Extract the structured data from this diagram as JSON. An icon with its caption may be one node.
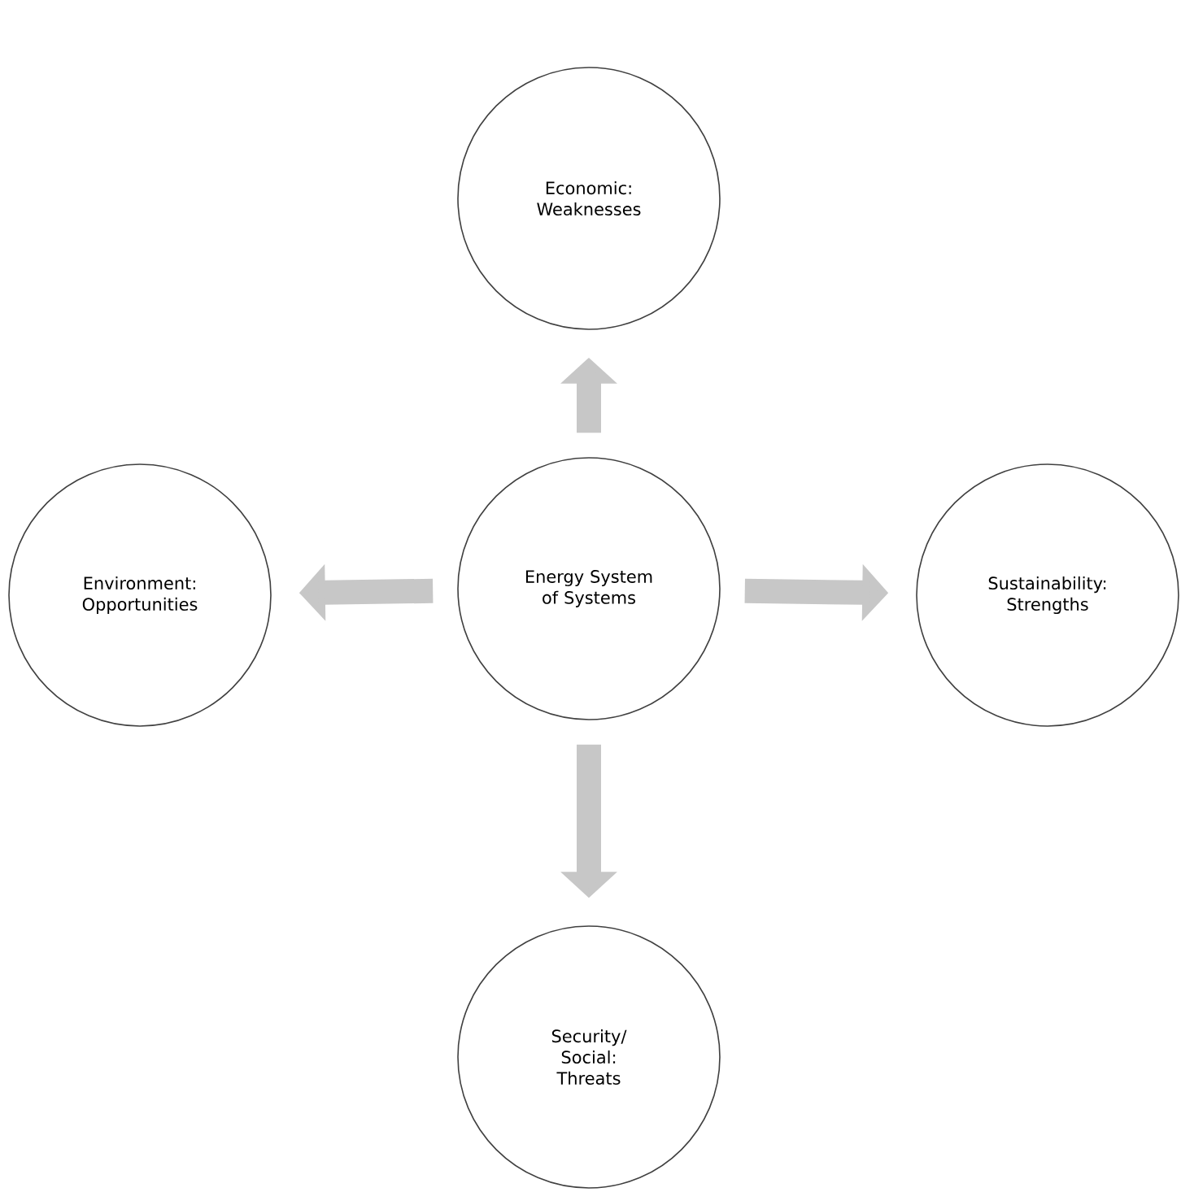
{
  "diagram": {
    "nodes": [
      {
        "text": [
          "Economic: Weaknesses"
        ]
      },
      {
        "text": [
          "Environment: Opportunities"
        ]
      },
      {
        "text": [
          "Energy System of Systems"
        ]
      },
      {
        "text": [
          "Sustainability: Strengths"
        ]
      },
      {
        "text": [
          "Security/ Social: Threats"
        ]
      }
    ],
    "edges": [
      {
        "from": 2,
        "to": 0,
        "arrow": "to"
      },
      {
        "from": 2,
        "to": 1,
        "arrow": "to"
      },
      {
        "from": 2,
        "to": 3,
        "arrow": "to"
      },
      {
        "from": 2,
        "to": 4,
        "arrow": "to"
      }
    ]
  }
}
